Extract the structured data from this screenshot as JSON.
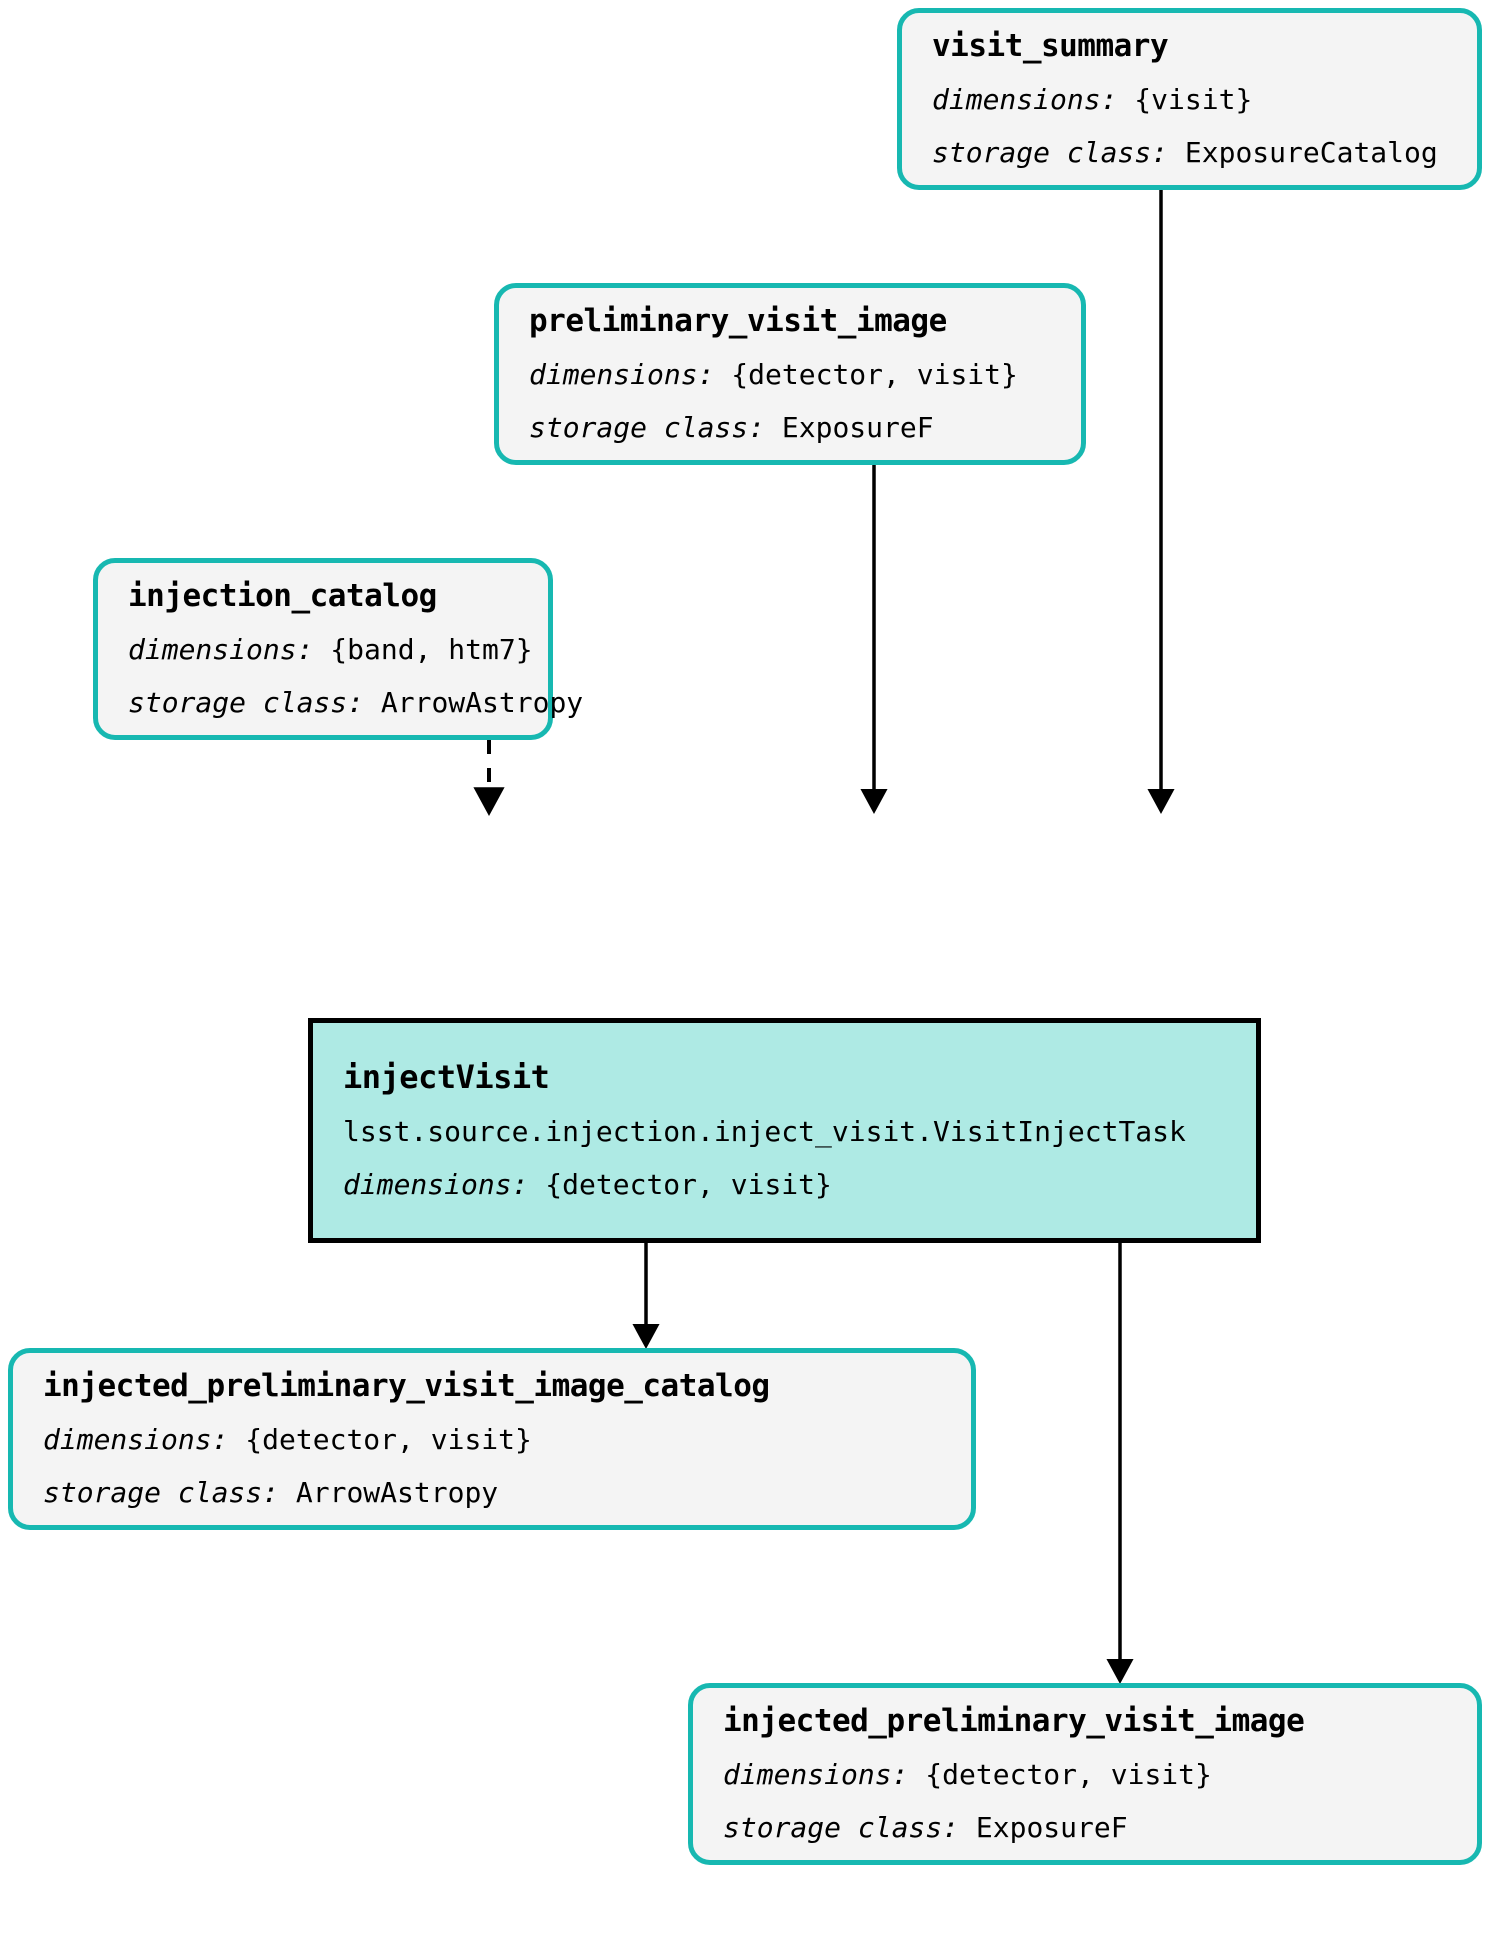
{
  "graph": {
    "type": "pipeline-task-graph",
    "colors": {
      "dataset_border": "#17b8b1",
      "dataset_fill": "#f4f4f4",
      "task_border": "#000000",
      "task_fill": "#aeeae4",
      "edge": "#000000"
    },
    "labels": {
      "dimensions_key": "dimensions:",
      "storage_class_key": "storage class:"
    },
    "nodes": [
      {
        "id": "visit_summary",
        "kind": "dataset",
        "title": "visit_summary",
        "dimensions": "{visit}",
        "storage_class": "ExposureCatalog"
      },
      {
        "id": "preliminary_visit_image",
        "kind": "dataset",
        "title": "preliminary_visit_image",
        "dimensions": "{detector, visit}",
        "storage_class": "ExposureF"
      },
      {
        "id": "injection_catalog",
        "kind": "dataset",
        "title": "injection_catalog",
        "dimensions": "{band, htm7}",
        "storage_class": "ArrowAstropy"
      },
      {
        "id": "injectVisit",
        "kind": "task",
        "title": "injectVisit",
        "task_path": "lsst.source.injection.inject_visit.VisitInjectTask",
        "dimensions": "{detector, visit}"
      },
      {
        "id": "injected_preliminary_visit_image_catalog",
        "kind": "dataset",
        "title": "injected_preliminary_visit_image_catalog",
        "dimensions": "{detector, visit}",
        "storage_class": "ArrowAstropy"
      },
      {
        "id": "injected_preliminary_visit_image",
        "kind": "dataset",
        "title": "injected_preliminary_visit_image",
        "dimensions": "{detector, visit}",
        "storage_class": "ExposureF"
      }
    ],
    "edges": [
      {
        "from": "visit_summary",
        "to": "injectVisit",
        "style": "solid"
      },
      {
        "from": "preliminary_visit_image",
        "to": "injectVisit",
        "style": "solid"
      },
      {
        "from": "injection_catalog",
        "to": "injectVisit",
        "style": "dashed"
      },
      {
        "from": "injectVisit",
        "to": "injected_preliminary_visit_image_catalog",
        "style": "solid"
      },
      {
        "from": "injectVisit",
        "to": "injected_preliminary_visit_image",
        "style": "solid"
      }
    ]
  }
}
